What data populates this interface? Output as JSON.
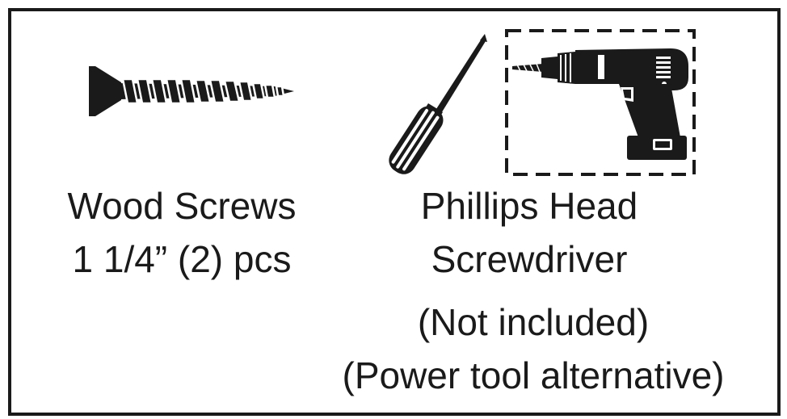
{
  "items": {
    "screws": {
      "name": "Wood Screws",
      "spec": "1 1/4” (2) pcs",
      "icon": "wood-screw-icon"
    },
    "screwdriver": {
      "name_line1": "Phillips Head",
      "name_line2": "Screwdriver",
      "icon": "phillips-screwdriver-icon"
    },
    "power_drill": {
      "icon": "power-drill-icon"
    }
  },
  "notes": {
    "not_included": "(Not included)",
    "alternative": "(Power tool alternative)"
  },
  "colors": {
    "ink": "#1a1a1a",
    "background": "#ffffff"
  }
}
